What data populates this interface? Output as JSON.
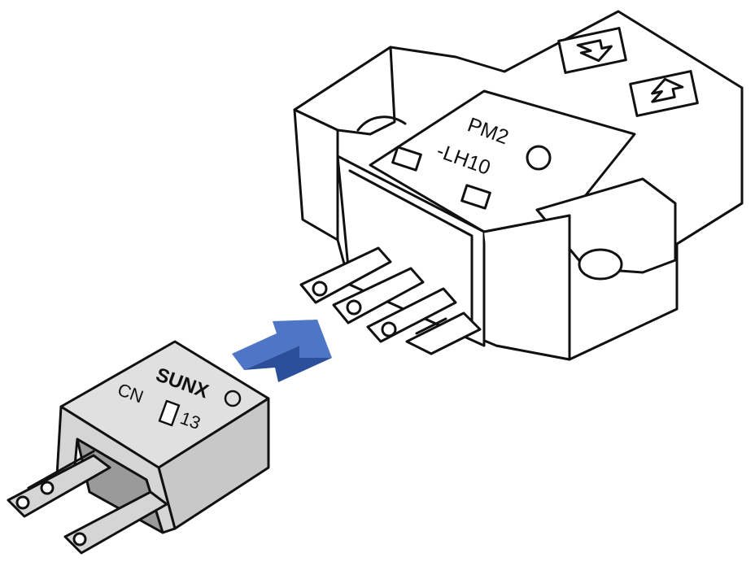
{
  "sensor": {
    "model_line1": "PM2",
    "model_line2": "-LH10"
  },
  "connector": {
    "brand": "SUNX",
    "part_prefix": "CN",
    "part_suffix": "13"
  },
  "colors": {
    "outline": "#111111",
    "body_white": "#ffffff",
    "connector_light": "#e0e0e0",
    "connector_mid": "#c8c8c8",
    "connector_dark": "#9a9a9a",
    "arrow_light": "#4f76c6",
    "arrow_dark": "#2c4f9c"
  },
  "icons": {
    "sensor_top_marks": [
      "arrow-in-icon",
      "arrow-out-icon"
    ],
    "insert_direction": "insert-arrow-icon"
  }
}
